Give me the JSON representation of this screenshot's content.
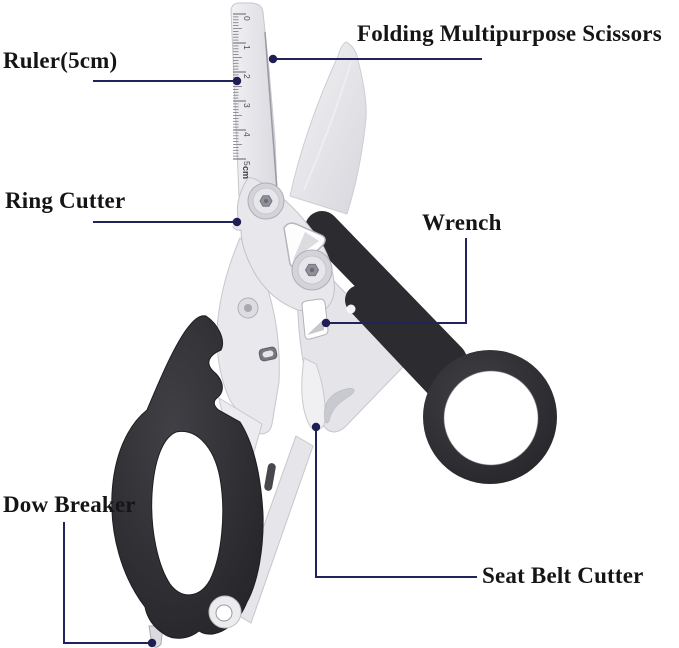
{
  "callouts": {
    "folding_scissors": {
      "label": "Folding Multipurpose Scissors"
    },
    "ruler": {
      "label": "Ruler(5cm)"
    },
    "ring_cutter": {
      "label": "Ring Cutter"
    },
    "wrench": {
      "label": "Wrench"
    },
    "window_breaker": {
      "label": "Dow Breaker"
    },
    "seat_belt_cutter": {
      "label": "Seat Belt Cutter"
    }
  },
  "ruler_scale": {
    "unit_label": "cm",
    "marks": [
      "0",
      "1",
      "2",
      "3",
      "4",
      "5"
    ]
  },
  "colors": {
    "leader_line": "#23235c",
    "leader_dot": "#1f1f55",
    "label_text": "#151515",
    "handle_black": "#2b2b2e",
    "metal_light": "#ececef",
    "metal_mid": "#d8d8de",
    "metal_dark": "#b9b9c0",
    "background": "#ffffff"
  }
}
